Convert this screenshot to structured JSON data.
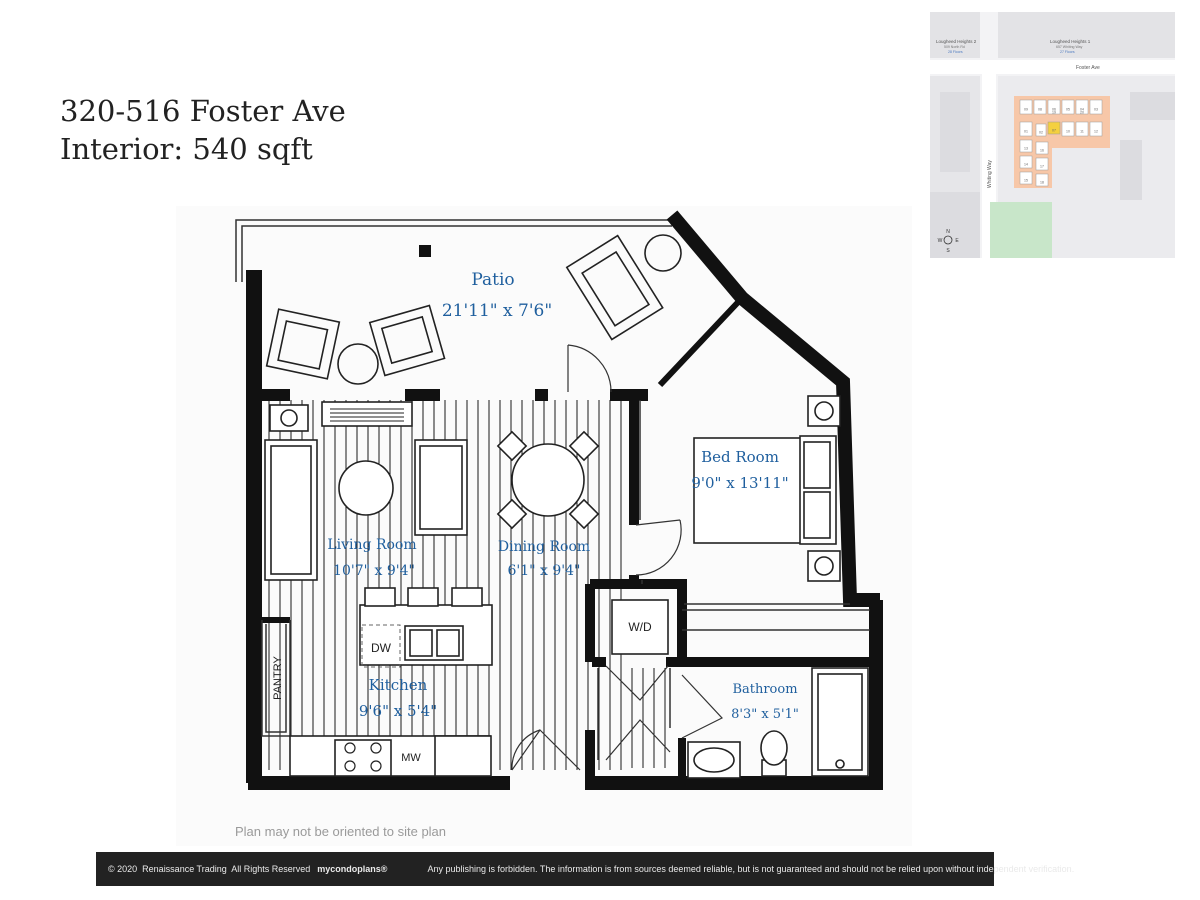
{
  "header": {
    "address": "320-516 Foster Ave",
    "interior": "Interior: 540 sqft"
  },
  "rooms": {
    "patio": {
      "name": "Patio",
      "size": "21'11\" x 7'6\""
    },
    "bedroom": {
      "name": "Bed Room",
      "size": "9'0\" x 13'11\""
    },
    "living": {
      "name": "Living Room",
      "size": "10'7\" x 9'4\""
    },
    "dining": {
      "name": "Dining Room",
      "size": "6'1\" x 9'4\""
    },
    "kitchen": {
      "name": "Kitchen",
      "size": "9'6\" x 5'4\""
    },
    "bathroom": {
      "name": "Bathroom",
      "size": "8'3\" x 5'1\""
    }
  },
  "fixtures": {
    "dw": "DW",
    "mw": "MW",
    "wd": "W/D",
    "pantry": "PANTRY"
  },
  "site_plan": {
    "building_left": "Lougheed Heights 2",
    "building_left_sub": "509 North Rd",
    "building_left_floors": "28 Floors",
    "building_right": "Lougheed Heights 1",
    "building_right_sub": "657 Whiting Way",
    "building_right_floors": "27 Floors",
    "street_top": "Foster Ave",
    "street_side": "Whiting Way",
    "unit_numbers": [
      "09",
      "08",
      "06",
      "05",
      "04",
      "03",
      "01",
      "02",
      "07",
      "10",
      "11",
      "12",
      "13",
      "14",
      "15",
      "16",
      "17",
      "18",
      "19",
      "20"
    ],
    "compass": {
      "n": "N",
      "s": "S",
      "e": "E",
      "w": "W"
    },
    "highlight_color": "#f4d03f",
    "footprint_color": "#f7c7a8",
    "park_color": "#c8e6c9"
  },
  "note": "Plan may not be oriented to site plan",
  "footer": {
    "copyright": "© 2020",
    "company": "Renaissance Trading",
    "rights": "All Rights Reserved",
    "brand": "mycondoplans®",
    "disclaimer": "Any publishing is forbidden.  The information is from sources deemed reliable, but is not guaranteed and should not be relied upon without independent verification."
  }
}
